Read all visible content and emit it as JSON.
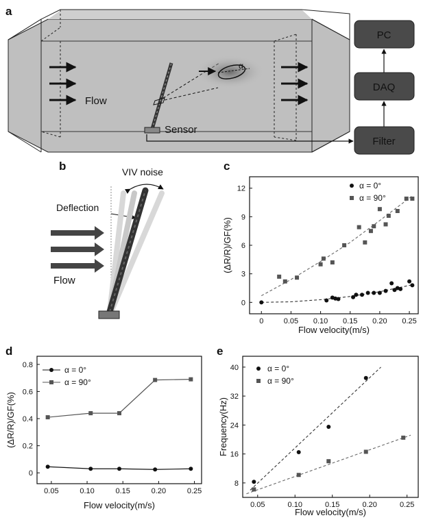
{
  "panel_a": {
    "letter": "a",
    "flow_label": "Flow",
    "sensor_label": "Sensor",
    "alpha_label": "α",
    "blocks": [
      "PC",
      "DAQ",
      "Filter"
    ]
  },
  "panel_b": {
    "letter": "b",
    "viv_label": "VIV noise",
    "deflection_label": "Deflection",
    "flow_label": "Flow"
  },
  "colors": {
    "series0": "#111111",
    "series90": "#555555",
    "block_fill": "#4a4a4a",
    "tunnel": "#bdbdbd"
  },
  "chart_data": [
    {
      "panel": "c",
      "type": "scatter",
      "xlabel": "Flow velocity(m/s)",
      "ylabel": "(ΔR/R)/GF(%)",
      "xlim": [
        -0.02,
        0.265
      ],
      "ylim": [
        -1.2,
        13.2
      ],
      "xticks": [
        0,
        0.05,
        0.1,
        0.15,
        0.2,
        0.25
      ],
      "xtick_labels": [
        "0",
        "0.05",
        "0.10",
        "0.15",
        "0.20",
        "0.25"
      ],
      "yticks": [
        0,
        3,
        6,
        9,
        12
      ],
      "ytick_labels": [
        "0",
        "3",
        "6",
        "9",
        "12"
      ],
      "legend": "top-right",
      "series": [
        {
          "name": "α = 0°",
          "marker": "circle",
          "x": [
            0,
            0.11,
            0.12,
            0.125,
            0.13,
            0.155,
            0.16,
            0.17,
            0.18,
            0.19,
            0.2,
            0.21,
            0.22,
            0.225,
            0.23,
            0.235,
            0.25,
            0.255
          ],
          "y": [
            0,
            0.2,
            0.5,
            0.4,
            0.35,
            0.55,
            0.8,
            0.8,
            1.0,
            1.0,
            1.0,
            1.2,
            2.0,
            1.3,
            1.5,
            1.4,
            2.2,
            1.8
          ]
        },
        {
          "name": "α = 90°",
          "marker": "square",
          "x": [
            0.03,
            0.04,
            0.06,
            0.1,
            0.105,
            0.12,
            0.14,
            0.165,
            0.175,
            0.185,
            0.19,
            0.2,
            0.21,
            0.215,
            0.23,
            0.245,
            0.255
          ],
          "y": [
            2.7,
            2.2,
            2.6,
            4.0,
            4.6,
            4.2,
            6.0,
            7.9,
            6.3,
            7.5,
            8.0,
            9.8,
            8.2,
            9.1,
            9.6,
            10.9,
            10.9
          ]
        }
      ],
      "fits": [
        {
          "x": [
            0,
            0.05,
            0.1,
            0.15,
            0.2,
            0.255
          ],
          "y": [
            0,
            0.06,
            0.28,
            0.62,
            1.12,
            1.85
          ]
        },
        {
          "x": [
            0,
            0.05,
            0.1,
            0.15,
            0.2,
            0.255
          ],
          "y": [
            0.7,
            2.4,
            4.3,
            6.3,
            8.6,
            11.2
          ]
        }
      ]
    },
    {
      "panel": "d",
      "type": "line",
      "xlabel": "Flow velocity(m/s)",
      "ylabel": "(ΔR/R)/GF(%)",
      "xlim": [
        0.03,
        0.26
      ],
      "ylim": [
        -0.08,
        0.86
      ],
      "xticks": [
        0.05,
        0.1,
        0.15,
        0.2,
        0.25
      ],
      "xtick_labels": [
        "0.05",
        "0.10",
        "0.15",
        "0.20",
        "0.25"
      ],
      "yticks": [
        0,
        0.2,
        0.4,
        0.6,
        0.8
      ],
      "ytick_labels": [
        "0",
        "0.2",
        "0.4",
        "0.6",
        "0.8"
      ],
      "legend": "top-left",
      "series": [
        {
          "name": "α = 0°",
          "marker": "circle",
          "x": [
            0.045,
            0.105,
            0.145,
            0.195,
            0.245
          ],
          "y": [
            0.045,
            0.03,
            0.03,
            0.025,
            0.03
          ]
        },
        {
          "name": "α = 90°",
          "marker": "square",
          "x": [
            0.045,
            0.105,
            0.145,
            0.195,
            0.245
          ],
          "y": [
            0.41,
            0.44,
            0.44,
            0.685,
            0.69
          ]
        }
      ]
    },
    {
      "panel": "e",
      "type": "scatter",
      "xlabel": "Flow velocity(m/s)",
      "ylabel": "Frequency(Hz)",
      "xlim": [
        0.03,
        0.265
      ],
      "ylim": [
        4,
        43
      ],
      "xticks": [
        0.05,
        0.1,
        0.15,
        0.2,
        0.25
      ],
      "xtick_labels": [
        "0.05",
        "0.10",
        "0.15",
        "0.20",
        "0.25"
      ],
      "yticks": [
        8,
        16,
        24,
        32,
        40
      ],
      "ytick_labels": [
        "8",
        "16",
        "24",
        "32",
        "40"
      ],
      "legend": "top-left",
      "series": [
        {
          "name": "α = 0°",
          "marker": "circle",
          "x": [
            0.045,
            0.105,
            0.145,
            0.195
          ],
          "y": [
            8.3,
            16.5,
            23.5,
            37
          ]
        },
        {
          "name": "α = 90°",
          "marker": "square",
          "x": [
            0.045,
            0.105,
            0.145,
            0.195,
            0.245
          ],
          "y": [
            6.2,
            10.2,
            14.0,
            16.6,
            20.5
          ]
        }
      ],
      "fits": [
        {
          "x": [
            0.04,
            0.215
          ],
          "y": [
            6.0,
            40.0
          ]
        },
        {
          "x": [
            0.035,
            0.255
          ],
          "y": [
            5.0,
            21.2
          ]
        }
      ]
    }
  ]
}
